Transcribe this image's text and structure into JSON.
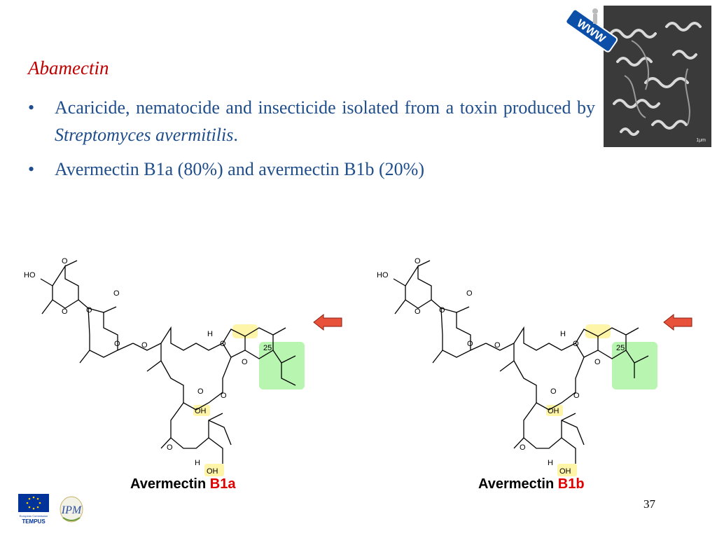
{
  "slide": {
    "heading": "Abamectin",
    "bullets": [
      {
        "text_before": "Acaricide, nematocide and insecticide isolated from a toxin produced by ",
        "text_italic": "Streptomyces avermitilis",
        "text_after": "."
      },
      {
        "text_before": "Avermectin B1a (80%) and avermectin B1b (20%)",
        "text_italic": "",
        "text_after": ""
      }
    ],
    "bullet_symbol": "•",
    "page_number": "37"
  },
  "badge": {
    "text": "WWW"
  },
  "micrograph": {
    "scale_label": "1μm"
  },
  "structure_labels": {
    "methoxy_o": "O",
    "ho": "HO",
    "ring_o": "O",
    "h": "H",
    "oh": "OH",
    "position_25": "25"
  },
  "captions": [
    {
      "name": "Avermectin ",
      "suffix": "B1a"
    },
    {
      "name": "Avermectin ",
      "suffix": "B1b"
    }
  ],
  "logos": {
    "eu_text_1": "European Commission",
    "eu_text_2": "TEMPUS",
    "ipm": "IPM"
  },
  "colors": {
    "heading": "#c00000",
    "bullet_text": "#1f4e8c",
    "arrow_fill": "#e8513a",
    "highlight_yellow": "#fff5a8",
    "highlight_green": "#b8f5b0",
    "caption_accent": "#e00000"
  }
}
